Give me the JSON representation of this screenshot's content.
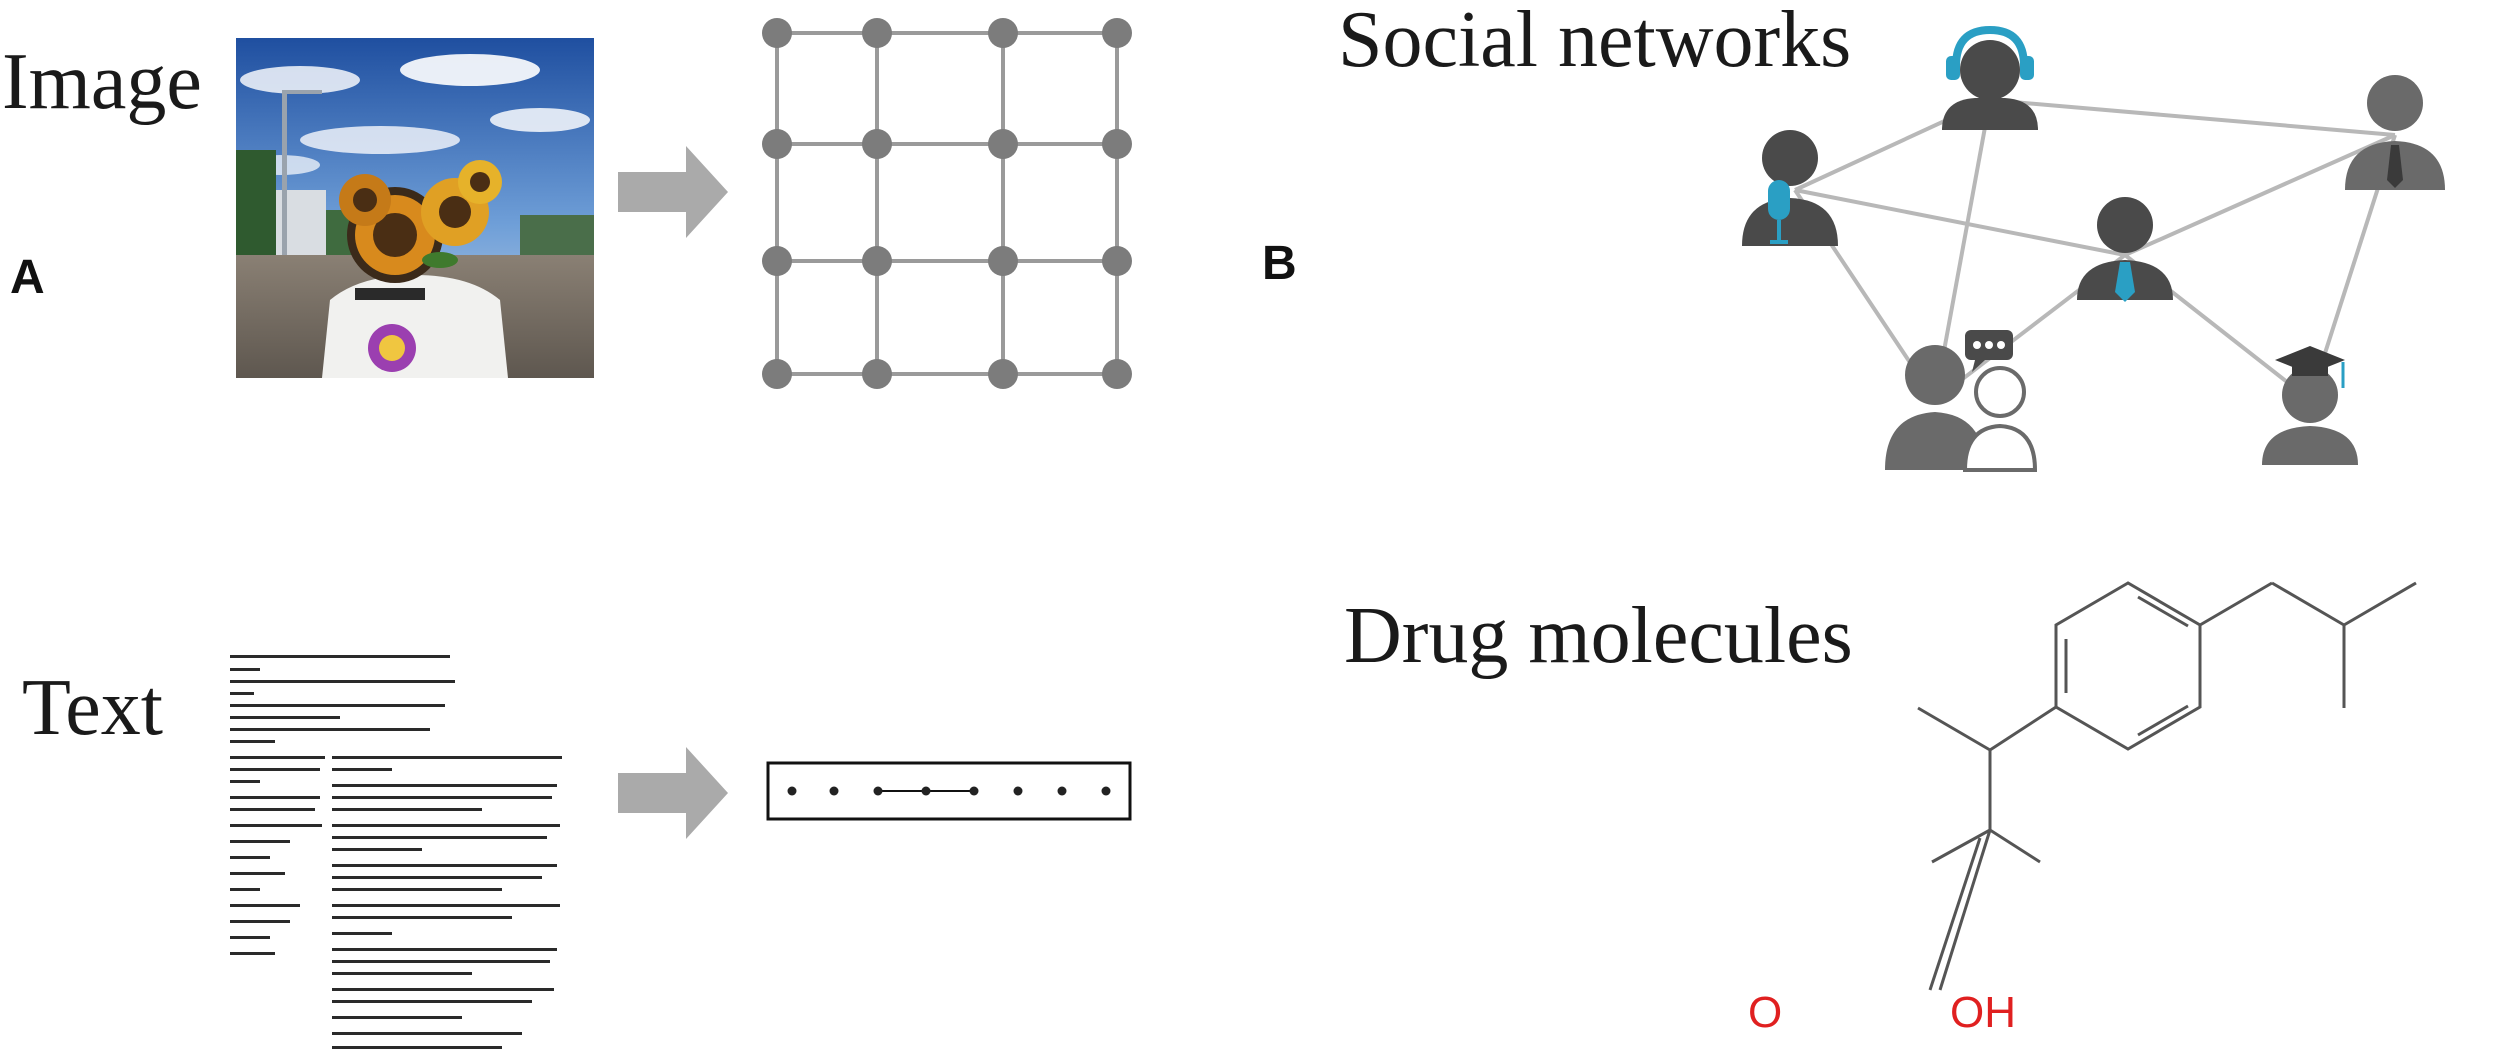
{
  "panels": {
    "a": {
      "label": "A"
    },
    "b": {
      "label": "B"
    }
  },
  "labels": {
    "image": "Image",
    "text": "Text",
    "social": "Social networks",
    "drug": "Drug molecules"
  },
  "molecule": {
    "atom_o": "O",
    "atom_oh": "OH"
  },
  "colors": {
    "node_gray": "#7c7c7c",
    "edge_gray": "#b3b3b3",
    "arrow_gray": "#aaaaaa",
    "accent_teal": "#2a9fc4",
    "oxygen_red": "#e02020",
    "bond_gray": "#555555"
  },
  "icons": {
    "photo": "street-photo-with-sunflower-bouquet",
    "document": "text-document-thumbnail",
    "people": [
      "headset-person-icon",
      "microphone-person-icon",
      "tie-person-icon",
      "tie-person-icon",
      "chat-group-icon",
      "graduate-icon"
    ]
  }
}
